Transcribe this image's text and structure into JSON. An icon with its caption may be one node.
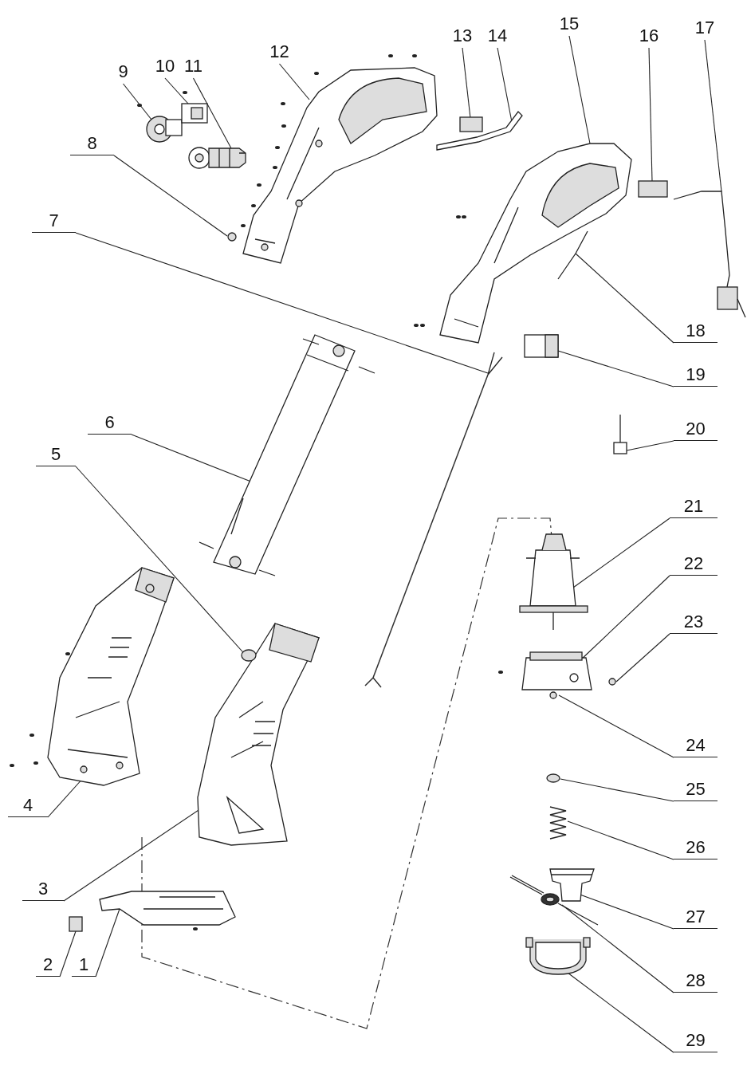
{
  "diagram": {
    "nodes": [
      {
        "text": [
          "1"
        ]
      },
      {
        "text": [
          "2"
        ]
      },
      {
        "text": [
          "3"
        ]
      },
      {
        "text": [
          "4"
        ]
      },
      {
        "text": [
          "5"
        ]
      },
      {
        "text": [
          "6"
        ]
      },
      {
        "text": [
          "7"
        ]
      },
      {
        "text": [
          "8"
        ]
      },
      {
        "text": [
          "9"
        ]
      },
      {
        "text": [
          "10"
        ]
      },
      {
        "text": [
          "11"
        ]
      },
      {
        "text": [
          "12"
        ]
      },
      {
        "text": [
          "13"
        ]
      },
      {
        "text": [
          "14"
        ]
      },
      {
        "text": [
          "15"
        ]
      },
      {
        "text": [
          "16"
        ]
      },
      {
        "text": [
          "17"
        ]
      },
      {
        "text": [
          "18"
        ]
      },
      {
        "text": [
          "19"
        ]
      },
      {
        "text": [
          "20"
        ]
      },
      {
        "text": [
          "21"
        ]
      },
      {
        "text": [
          "22"
        ]
      },
      {
        "text": [
          "23"
        ]
      },
      {
        "text": [
          "24"
        ]
      },
      {
        "text": [
          "25"
        ]
      },
      {
        "text": [
          "26"
        ]
      },
      {
        "text": [
          "27"
        ]
      },
      {
        "text": [
          "28"
        ]
      },
      {
        "text": [
          "29"
        ]
      },
      {
        "text": [],
        "shape": "picture"
      },
      {
        "text": [],
        "shape": "box"
      },
      {
        "text": [],
        "shape": "picture"
      },
      {
        "text": [],
        "shape": "picture"
      },
      {
        "text": [],
        "shape": "circle"
      },
      {
        "text": [],
        "shape": "picture"
      },
      {
        "text": [],
        "shape": "picture"
      },
      {
        "text": [],
        "shape": "circle"
      },
      {
        "text": [],
        "shape": "picture"
      },
      {
        "text": [],
        "shape": "picture"
      },
      {
        "text": [],
        "shape": "picture"
      },
      {
        "text": [],
        "shape": "picture"
      },
      {
        "text": [],
        "shape": "box"
      },
      {
        "text": [],
        "shape": "picture"
      },
      {
        "text": [],
        "shape": "picture"
      },
      {
        "text": [],
        "shape": "box"
      },
      {
        "text": [],
        "shape": "picture"
      },
      {
        "text": [],
        "shape": "picture"
      },
      {
        "text": [],
        "shape": "picture"
      },
      {
        "text": [],
        "shape": "picture"
      },
      {
        "text": [],
        "shape": "picture"
      },
      {
        "text": [],
        "shape": "picture"
      },
      {
        "text": [],
        "shape": "circle"
      },
      {
        "text": [],
        "shape": "circle"
      },
      {
        "text": [],
        "shape": "circle"
      },
      {
        "text": [],
        "shape": "picture"
      },
      {
        "text": [],
        "shape": "picture"
      },
      {
        "text": [],
        "shape": "picture"
      },
      {
        "text": [],
        "shape": "picture"
      }
    ],
    "edges": [
      {
        "from": 0,
        "to": 29,
        "arrow": "none"
      },
      {
        "from": 1,
        "to": 30,
        "arrow": "none"
      },
      {
        "from": 2,
        "to": 31,
        "arrow": "none"
      },
      {
        "from": 3,
        "to": 32,
        "arrow": "none"
      },
      {
        "from": 4,
        "to": 33,
        "arrow": "none"
      },
      {
        "from": 5,
        "to": 34,
        "arrow": "none"
      },
      {
        "from": 6,
        "to": 35,
        "arrow": "none"
      },
      {
        "from": 7,
        "to": 36,
        "arrow": "none"
      },
      {
        "from": 8,
        "to": 37,
        "arrow": "none"
      },
      {
        "from": 9,
        "to": 38,
        "arrow": "none"
      },
      {
        "from": 10,
        "to": 39,
        "arrow": "none"
      },
      {
        "from": 11,
        "to": 40,
        "arrow": "none"
      },
      {
        "from": 12,
        "to": 41,
        "arrow": "none"
      },
      {
        "from": 13,
        "to": 42,
        "arrow": "none"
      },
      {
        "from": 14,
        "to": 43,
        "arrow": "none"
      },
      {
        "from": 15,
        "to": 44,
        "arrow": "none"
      },
      {
        "from": 16,
        "to": 45,
        "arrow": "none"
      },
      {
        "from": 17,
        "to": 46,
        "arrow": "none"
      },
      {
        "from": 18,
        "to": 47,
        "arrow": "none"
      },
      {
        "from": 19,
        "to": 48,
        "arrow": "none"
      },
      {
        "from": 20,
        "to": 49,
        "arrow": "none"
      },
      {
        "from": 21,
        "to": 50,
        "arrow": "none"
      },
      {
        "from": 22,
        "to": 51,
        "arrow": "none"
      },
      {
        "from": 23,
        "to": 52,
        "arrow": "none"
      },
      {
        "from": 24,
        "to": 53,
        "arrow": "none"
      },
      {
        "from": 25,
        "to": 54,
        "arrow": "none"
      },
      {
        "from": 26,
        "to": 55,
        "arrow": "none"
      },
      {
        "from": 27,
        "to": 56,
        "arrow": "none"
      },
      {
        "from": 28,
        "to": 57,
        "arrow": "none"
      }
    ]
  }
}
